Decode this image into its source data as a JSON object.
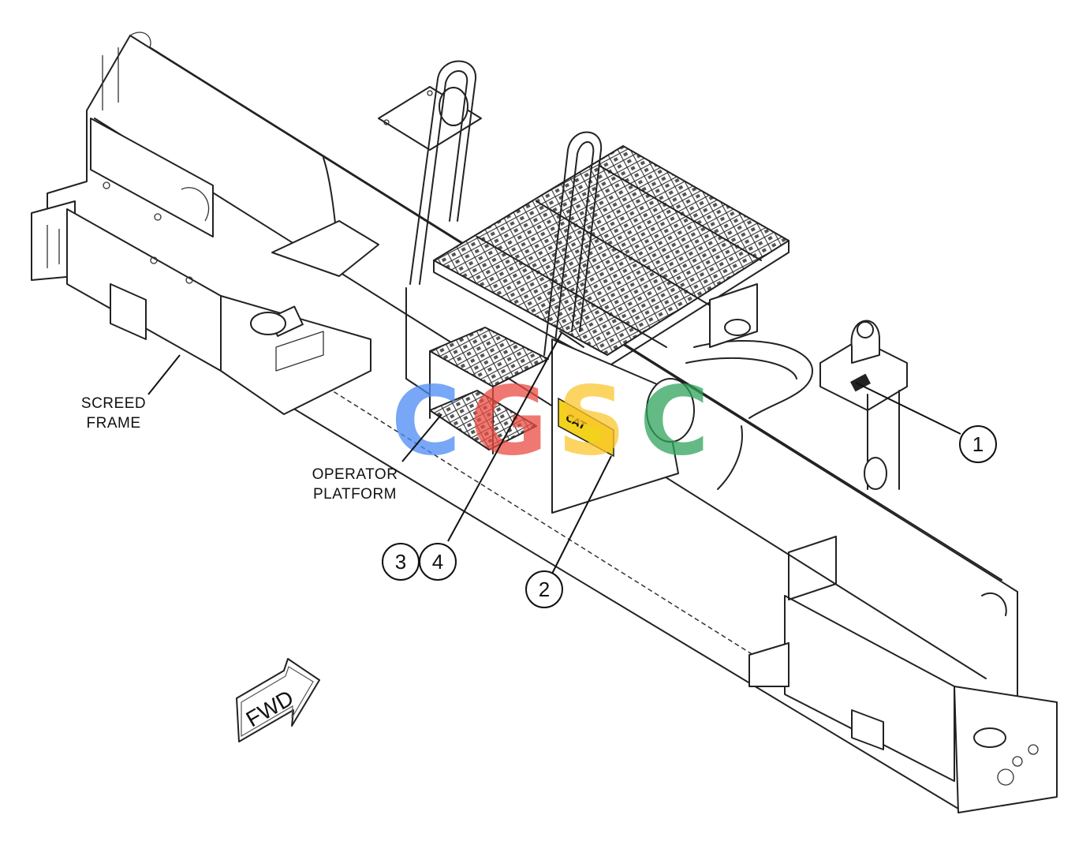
{
  "labels": {
    "screed_frame_line1": "SCREED",
    "screed_frame_line2": "FRAME",
    "operator_platform_line1": "OPERATOR",
    "operator_platform_line2": "PLATFORM",
    "fwd": "FWD"
  },
  "callouts": [
    "1",
    "2",
    "3",
    "4"
  ],
  "watermark": {
    "letters": [
      "C",
      "G",
      "S",
      "C"
    ],
    "colors": [
      "#4a8af4",
      "#ea4c43",
      "#fbc62e",
      "#2fa35b"
    ]
  },
  "decal": {
    "text": "CAT",
    "color": "#f2d21b"
  },
  "colors": {
    "line": "#222222",
    "background": "#ffffff"
  }
}
